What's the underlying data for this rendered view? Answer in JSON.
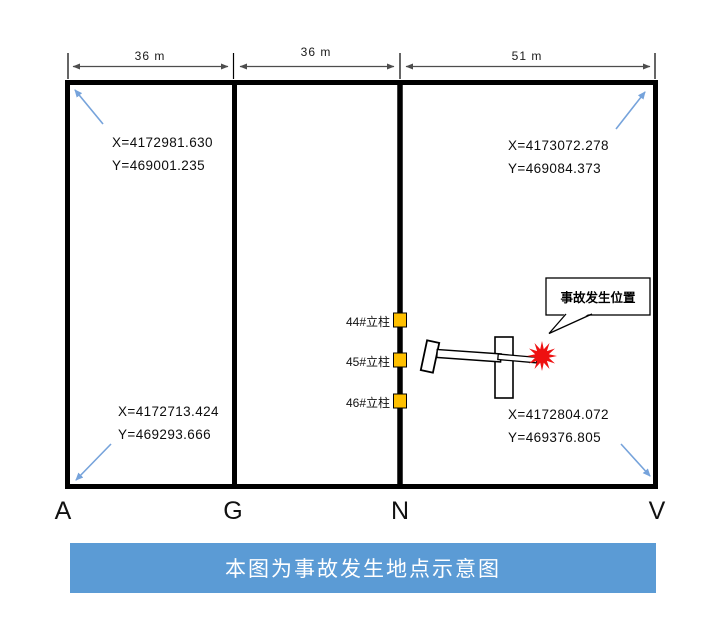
{
  "figure": {
    "dim_labels": [
      "36 m",
      "36 m",
      "51 m"
    ],
    "corner_coords": {
      "top_left": {
        "x": "X=4172981.630",
        "y": "Y=469001.235"
      },
      "top_right": {
        "x": "X=4173072.278",
        "y": "Y=469084.373"
      },
      "bottom_left": {
        "x": "X=4172713.424",
        "y": "Y=469293.666"
      },
      "bottom_right": {
        "x": "X=4172804.072",
        "y": "Y=469376.805"
      }
    },
    "baseline_labels": [
      "A",
      "G",
      "N",
      "V"
    ],
    "pillar_labels": [
      "44#立柱",
      "45#立柱",
      "46#立柱"
    ],
    "callout_label": "事故发生位置",
    "colors": {
      "banner_blue": "#5B9BD5",
      "arrow_blue": "#76A3DB",
      "pillar_yellow": "#FFC000",
      "burst_red": "#EE1111",
      "burst_edge": "#5a0808",
      "line_black": "#000000",
      "dim_gray": "#4d4d4d"
    }
  },
  "caption": "本图为事故发生地点示意图"
}
